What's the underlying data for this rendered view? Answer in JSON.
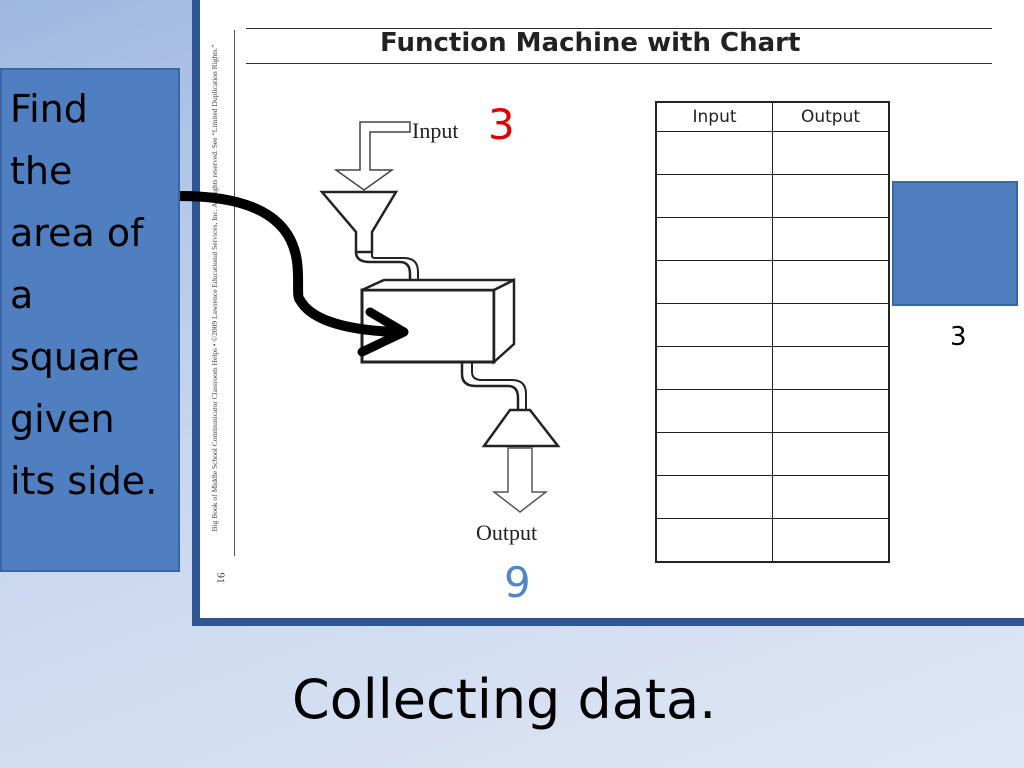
{
  "worksheet": {
    "title": "Function Machine with Chart",
    "credit": "Big Book of Middle School Communicator Classroom Helps • ©2009 Lawrence Educational Services, Inc. All rights reserved. See “Limited Duplication Rights.”",
    "page_number": "91",
    "machine": {
      "input_label": "Input",
      "output_label": "Output",
      "input_value": "3",
      "output_value": "9"
    },
    "table": {
      "headers": [
        "Input",
        "Output"
      ],
      "rows": [
        [
          "",
          ""
        ],
        [
          "",
          ""
        ],
        [
          "",
          ""
        ],
        [
          "",
          ""
        ],
        [
          "",
          ""
        ],
        [
          "",
          ""
        ],
        [
          "",
          ""
        ],
        [
          "",
          ""
        ],
        [
          "",
          ""
        ],
        [
          "",
          ""
        ]
      ]
    }
  },
  "prompt": {
    "lines": [
      "Find",
      "the",
      "area of",
      "a",
      "square",
      "given",
      "its side."
    ]
  },
  "square": {
    "side_label": "3"
  },
  "caption": "Collecting data.",
  "colors": {
    "box_blue": "#4f7fc0",
    "frame_blue": "#2f5693",
    "input_red": "#e00000",
    "output_blue": "#4f86c6"
  }
}
